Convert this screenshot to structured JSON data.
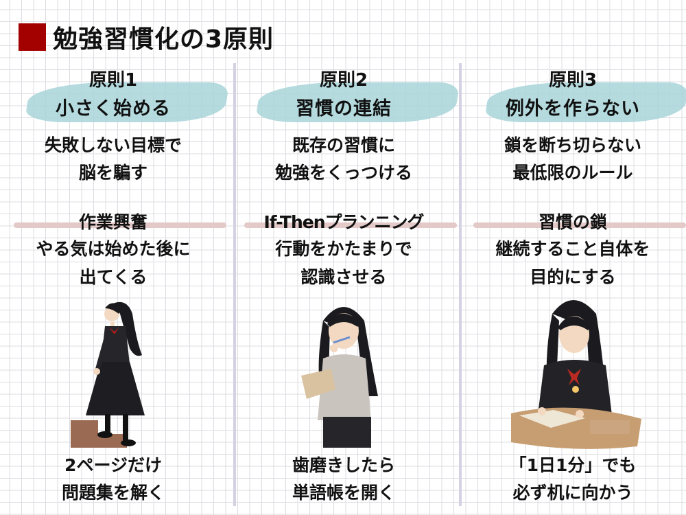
{
  "title": {
    "text": "勉強習慣化の3原則",
    "marker_color": "#a30000"
  },
  "columns": [
    {
      "principle_num": "原則1",
      "principle_name": "小さく始める",
      "principle_desc": [
        "失敗しない目標で",
        "脳を騙す"
      ],
      "concept_name": "作業興奮",
      "concept_desc": [
        "やる気は始めた後に",
        "出てくる"
      ],
      "illustration": "girl-climbing-stairs-illustration",
      "example": [
        "2ページだけ",
        "問題集を解く"
      ]
    },
    {
      "principle_num": "原則2",
      "principle_name": "習慣の連結",
      "principle_desc": [
        "既存の習慣に",
        "勉強をくっつける"
      ],
      "concept_name": "If-Thenプランニング",
      "concept_desc": [
        "行動をかたまりで",
        "認識させる"
      ],
      "illustration": "girl-brushing-teeth-reading-illustration",
      "example": [
        "歯磨きしたら",
        "単語帳を開く"
      ]
    },
    {
      "principle_num": "原則3",
      "principle_name": "例外を作らない",
      "principle_desc": [
        "鎖を断ち切らない",
        "最低限のルール"
      ],
      "concept_name": "習慣の鎖",
      "concept_desc": [
        "継続すること自体を",
        "目的にする"
      ],
      "illustration": "girl-studying-at-desk-illustration",
      "example": [
        "「1日1分」でも",
        "必ず机に向かう"
      ]
    }
  ],
  "colors": {
    "brush_highlight": "#a8d5d9",
    "underline_highlight": "#e3c9c7",
    "divider": "#d4d2e2"
  }
}
